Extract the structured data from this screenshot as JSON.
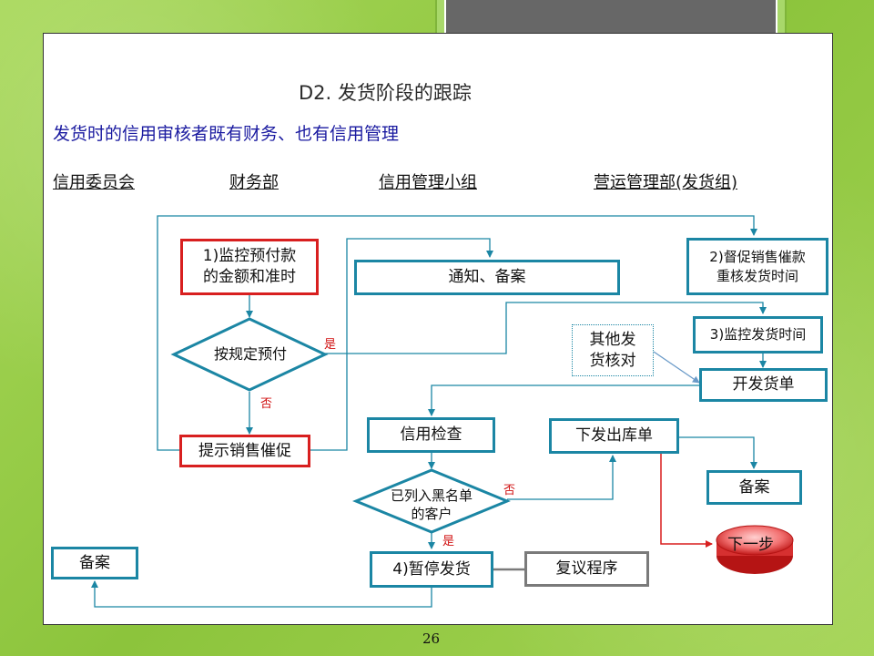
{
  "title": "D2.  发货阶段的跟踪",
  "subtitle": "发货时的信用审核者既有财务、也有信用管理",
  "columns": [
    "信用委员会",
    "财务部",
    "信用管理小组",
    "营运管理部(发货组)"
  ],
  "nodes": {
    "monitor_prepay": "1)监控预付款\n的金额和准时",
    "notify_file": "通知、备案",
    "urge_sales": "2)督促销售催款\n重核发货时间",
    "prepay_decision": "按规定预付",
    "monitor_ship_time": "3)监控发货时间",
    "other_check": "其他发\n货核对",
    "open_invoice": "开发货单",
    "remind_sales": "提示销售催促",
    "credit_check": "信用检查",
    "issue_outbound": "下发出库单",
    "blacklist_decision": "已列入黑名单\n的客户",
    "file_right": "备案",
    "next_step": "下一步",
    "file_left": "备案",
    "suspend_ship": "4)暂停发货",
    "review_process": "复议程序"
  },
  "labels": {
    "yes1": "是",
    "no1": "否",
    "no2": "否",
    "yes2": "是"
  },
  "page_number": "26"
}
